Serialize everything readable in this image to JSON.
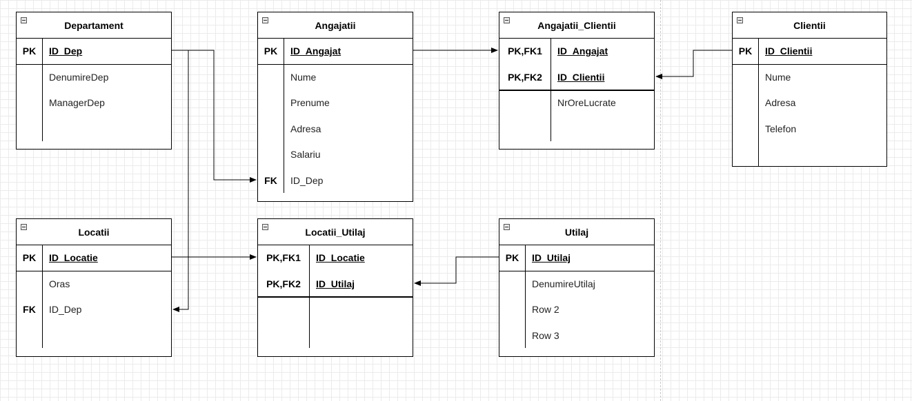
{
  "tables": {
    "departament": {
      "title": "Departament",
      "rows": [
        {
          "key": "PK",
          "name": "ID_Dep"
        },
        {
          "key": "",
          "name": "DenumireDep"
        },
        {
          "key": "",
          "name": "ManagerDep"
        }
      ]
    },
    "angajatii": {
      "title": "Angajatii",
      "rows": [
        {
          "key": "PK",
          "name": "ID_Angajat"
        },
        {
          "key": "",
          "name": "Nume"
        },
        {
          "key": "",
          "name": "Prenume"
        },
        {
          "key": "",
          "name": "Adresa"
        },
        {
          "key": "",
          "name": "Salariu"
        },
        {
          "key": "FK",
          "name": "ID_Dep"
        }
      ]
    },
    "angajatii_clientii": {
      "title": "Angajatii_Clientii",
      "rows": [
        {
          "key": "PK,FK1",
          "name": "ID_Angajat"
        },
        {
          "key": "PK,FK2",
          "name": "ID_Clientii"
        },
        {
          "key": "",
          "name": "NrOreLucrate"
        }
      ]
    },
    "clientii": {
      "title": "Clientii",
      "rows": [
        {
          "key": "PK",
          "name": "ID_Clientii"
        },
        {
          "key": "",
          "name": "Nume"
        },
        {
          "key": "",
          "name": "Adresa"
        },
        {
          "key": "",
          "name": "Telefon"
        }
      ]
    },
    "locatii": {
      "title": "Locatii",
      "rows": [
        {
          "key": "PK",
          "name": "ID_Locatie"
        },
        {
          "key": "",
          "name": "Oras"
        },
        {
          "key": "FK",
          "name": "ID_Dep"
        }
      ]
    },
    "locatii_utilaj": {
      "title": "Locatii_Utilaj",
      "rows": [
        {
          "key": "PK,FK1",
          "name": "ID_Locatie"
        },
        {
          "key": "PK,FK2",
          "name": "ID_Utilaj"
        }
      ]
    },
    "utilaj": {
      "title": "Utilaj",
      "rows": [
        {
          "key": "PK",
          "name": "ID_Utilaj"
        },
        {
          "key": "",
          "name": "DenumireUtilaj"
        },
        {
          "key": "",
          "name": "Row 2"
        },
        {
          "key": "",
          "name": "Row 3"
        }
      ]
    }
  },
  "colors": {
    "grid": "#ebebeb",
    "line": "#000000",
    "text": "#222222"
  }
}
